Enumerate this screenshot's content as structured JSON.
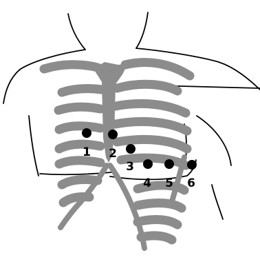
{
  "diagram": {
    "leads": [
      {
        "id": "1",
        "label": "1"
      },
      {
        "id": "2",
        "label": "2"
      },
      {
        "id": "3",
        "label": "3"
      },
      {
        "id": "4",
        "label": "4"
      },
      {
        "id": "5",
        "label": "5"
      },
      {
        "id": "6",
        "label": "6"
      }
    ]
  }
}
